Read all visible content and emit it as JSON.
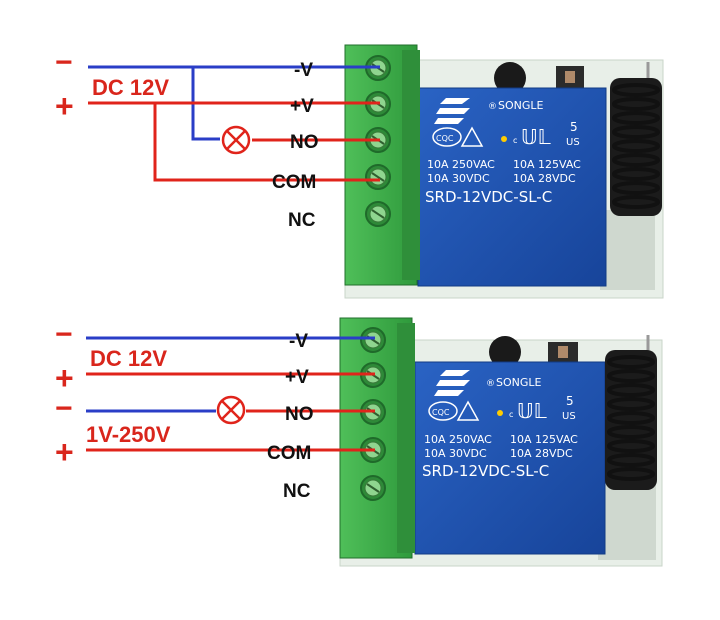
{
  "colors": {
    "negative_wire": "#2a3ec7",
    "positive_wire": "#e0241b",
    "label_red": "#d9261c",
    "terminal_green": "#3fae4c",
    "relay_blue": "#1f56b3",
    "pcb": "#e8efe8"
  },
  "diagrams": [
    {
      "minus_sign": "−",
      "plus_sign": "+",
      "supply_label": "DC 12V",
      "lamp_icon": "lamp-x-icon",
      "terminals": {
        "neg_v": "-V",
        "pos_v": "+V",
        "no": "NO",
        "com": "COM",
        "nc": "NC"
      },
      "relay": {
        "brand": "SONGLE",
        "number": "5",
        "cert_left": "CQC",
        "cert_us": "US",
        "cert_c": "c",
        "ratings": [
          "10A 250VAC",
          "10A 125VAC",
          "10A 30VDC",
          "10A 28VDC"
        ],
        "model": "SRD-12VDC-SL-C"
      }
    },
    {
      "minus_sign": "−",
      "plus_sign": "+",
      "minus_sign_2": "−",
      "plus_sign_2": "+",
      "supply_label": "DC 12V",
      "load_label": "1V-250V",
      "lamp_icon": "lamp-x-icon",
      "terminals": {
        "neg_v": "-V",
        "pos_v": "+V",
        "no": "NO",
        "com": "COM",
        "nc": "NC"
      },
      "relay": {
        "brand": "SONGLE",
        "number": "5",
        "cert_left": "CQC",
        "cert_us": "US",
        "cert_c": "c",
        "ratings": [
          "10A 250VAC",
          "10A 125VAC",
          "10A 30VDC",
          "10A 28VDC"
        ],
        "model": "SRD-12VDC-SL-C"
      }
    }
  ]
}
